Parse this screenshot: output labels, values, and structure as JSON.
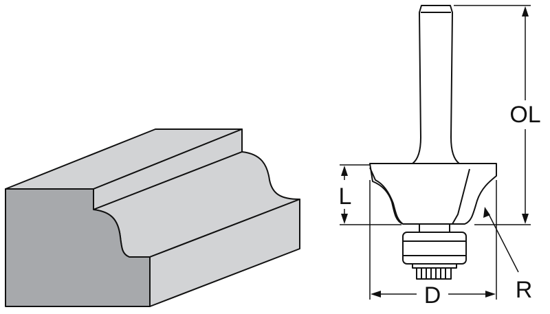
{
  "dimension_labels": {
    "overall_length": "OL",
    "cutting_length": "L",
    "diameter": "D",
    "radius": "R"
  },
  "colors": {
    "stroke": "#111111",
    "workpiece_face": "#d2d3d5",
    "workpiece_front": "#a7a9ac",
    "bit_fill": "#ffffff",
    "background": "#ffffff"
  }
}
